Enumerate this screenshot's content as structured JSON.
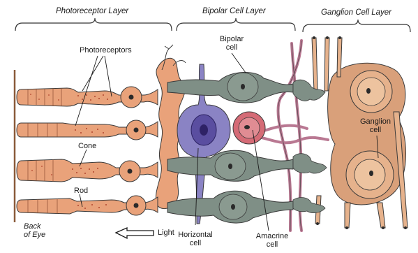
{
  "headers": {
    "photoreceptor_layer": "Photoreceptor Layer",
    "bipolar_cell_layer": "Bipolar Cell Layer",
    "ganglion_cell_layer": "Ganglion Cell Layer"
  },
  "labels": {
    "photoreceptors": "Photoreceptors",
    "bipolar_line1": "Bipolar",
    "bipolar_line2": "cell",
    "cone": "Cone",
    "rod": "Rod",
    "ganglion_line1": "Ganglion",
    "ganglion_line2": "cell",
    "back_line1": "Back",
    "back_line2": "of Eye",
    "light": "Light",
    "horizontal_line1": "Horizontal",
    "horizontal_line2": "cell",
    "amacrine_line1": "Amacrine",
    "amacrine_line2": "cell"
  },
  "colors": {
    "photoreceptor": "#e9a27a",
    "photoreceptor_dots": "#b0452e",
    "bipolar": "#7f8f86",
    "horizontal": "#8a83c4",
    "horizontal_nucleus": "#3f2f7d",
    "amacrine": "#d56b76",
    "amacrine_fibers": "#b97892",
    "ganglion": "#e6b28c",
    "ganglion_bg": "#d9a07a",
    "outline": "#3a3a3a"
  }
}
